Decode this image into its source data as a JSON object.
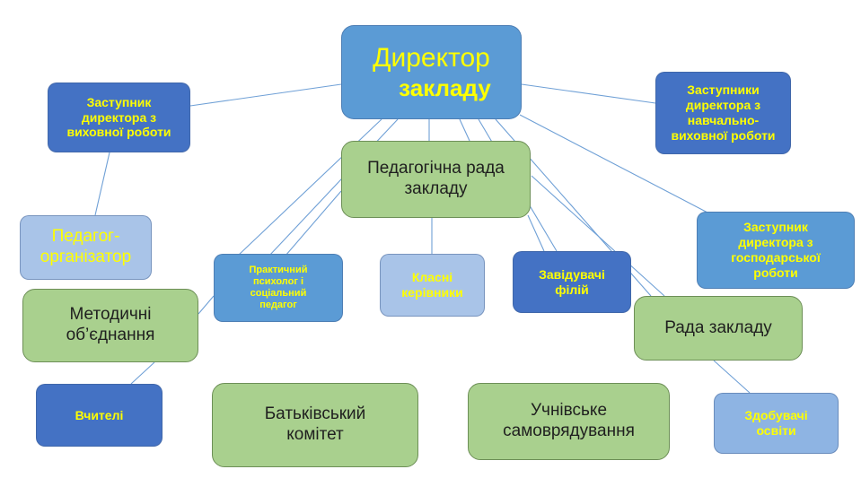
{
  "colors": {
    "blue_dark": "#4472c4",
    "blue_mid": "#5b9bd5",
    "blue_light": "#a9c4e8",
    "green": "#a9d08e",
    "label_yellow": "#ffff00",
    "connector": "#6fa0d6"
  },
  "nodes": {
    "director": {
      "line1": "Директор",
      "line2": "закладу"
    },
    "deputy_upbringing": "Заступник\nдиректора з\nвиховної роботи",
    "deputy_educational": "Заступники\nдиректора з\nнавчально-\nвиховної роботи",
    "pedagogical_council": "Педагогічна рада\nзакладу",
    "deputy_economic": "Заступник\nдиректора з\nгосподарської\nроботи",
    "pedagogue_organizer": "Педагог-\nорганізатор",
    "psychologist": "Практичний\nпсихолог і\nсоціальний\nпедагог",
    "class_teachers": "Класні\nкерівники",
    "branch_heads": "Завідувачі\nфілій",
    "methodical_unions": "Методичні\nоб’єднання",
    "school_council": "Рада закладу",
    "teachers": "Вчителі",
    "parents_committee": "Батьківський\nкомітет",
    "student_selfgov": "Учнівське\nсамоврядування",
    "students": "Здобувачі\nосвіти"
  }
}
